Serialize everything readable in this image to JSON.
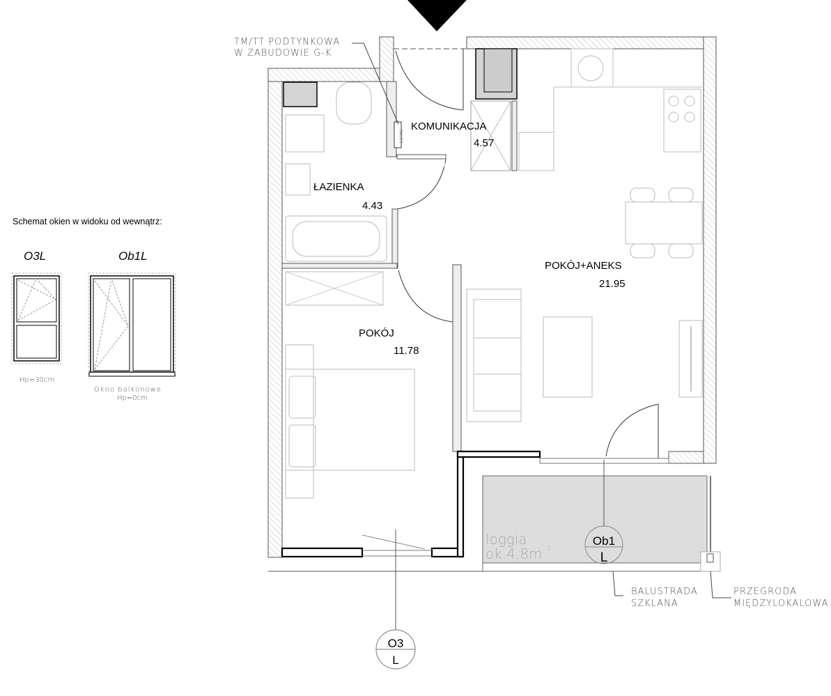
{
  "legend": {
    "title": "Schemat okien w widoku od wewnątrz:",
    "windows": [
      {
        "code": "O3L",
        "note": "Hp=30cm"
      },
      {
        "code": "Ob1L",
        "note": "Okno balkonowe",
        "note2": "Hp=0cm"
      }
    ]
  },
  "annotations": {
    "tm_tt_line1": "TM/TT PODTYNKOWA",
    "tm_tt_line2": "W ZABUDOWIE G-K",
    "tm_tt_box": "TM/TT",
    "balustrada_line1": "BALUSTRADA",
    "balustrada_line2": "SZKLANA",
    "przegroda_line1": "PRZEGRODA",
    "przegroda_line2": "MIĘDZYLOKALOWA"
  },
  "rooms": [
    {
      "name": "KOMUNIKACJA",
      "area": "4.57"
    },
    {
      "name": "ŁAZIENKA",
      "area": "4.43"
    },
    {
      "name": "POKÓJ+ANEKS",
      "area": "21.95"
    },
    {
      "name": "POKÓJ",
      "area": "11.78"
    }
  ],
  "loggia": {
    "label": "loggia",
    "area": "ok.4,8m",
    "area_sup": "2"
  },
  "window_tags": [
    {
      "top": "O3",
      "bottom": "L"
    },
    {
      "top": "Ob1",
      "bottom": "L"
    }
  ],
  "colors": {
    "wall_outline": "#000000",
    "loggia_fill": "#dddddd",
    "shaft_fill": "#d4d4d4"
  }
}
